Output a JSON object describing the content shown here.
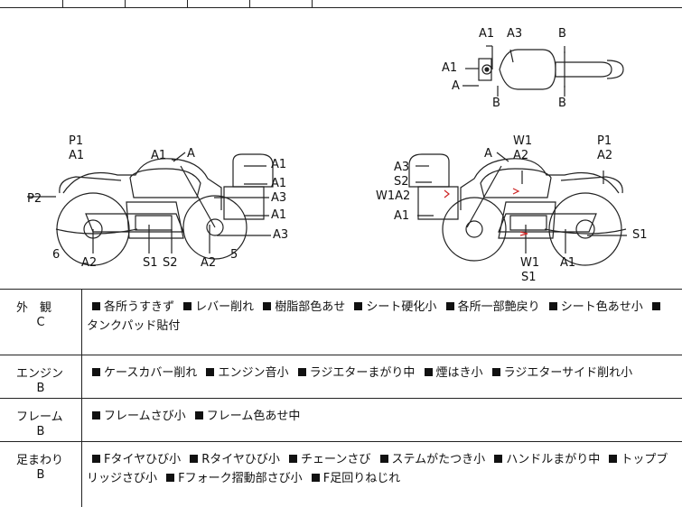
{
  "diagram": {
    "top_view": {
      "labels": [
        "A1",
        "A3",
        "B",
        "A1",
        "A",
        "B",
        "B"
      ]
    },
    "left_view": {
      "labels": [
        "P1",
        "A1",
        "A1",
        "A",
        "A1",
        "A1",
        "A3",
        "A1",
        "A3",
        "P2",
        "6",
        "A2",
        "S1",
        "S2",
        "A2",
        "5"
      ]
    },
    "right_view": {
      "labels": [
        "W1",
        "A",
        "A2",
        "P1",
        "A2",
        "A3",
        "S2",
        "W1A2",
        "A1",
        "S1",
        "W1",
        "S1",
        "A1"
      ]
    },
    "colors": {
      "line": "#222222",
      "damage_mark": "#cc2222"
    }
  },
  "sections": [
    {
      "name": "外　観",
      "grade": "C",
      "items": [
        "各所うすきず",
        "レバー削れ",
        "樹脂部色あせ",
        "シート硬化小",
        "各所一部艶戻り",
        "シート色あせ小",
        "タンクパッド貼付"
      ]
    },
    {
      "name": "エンジン",
      "grade": "B",
      "items": [
        "ケースカバー削れ",
        "エンジン音小",
        "ラジエターまがり中",
        "煙はき小",
        "ラジエターサイド削れ小"
      ]
    },
    {
      "name": "フレーム",
      "grade": "B",
      "items": [
        "フレームさび小",
        "フレーム色あせ中"
      ]
    },
    {
      "name": "足まわり",
      "grade": "B",
      "items": [
        "Fタイヤひび小",
        "Rタイヤひび小",
        "チェーンさび",
        "ステムがたつき小",
        "ハンドルまがり中",
        "トップブリッジさび小",
        "Fフォーク摺動部さび小",
        "F足回りねじれ"
      ]
    }
  ]
}
